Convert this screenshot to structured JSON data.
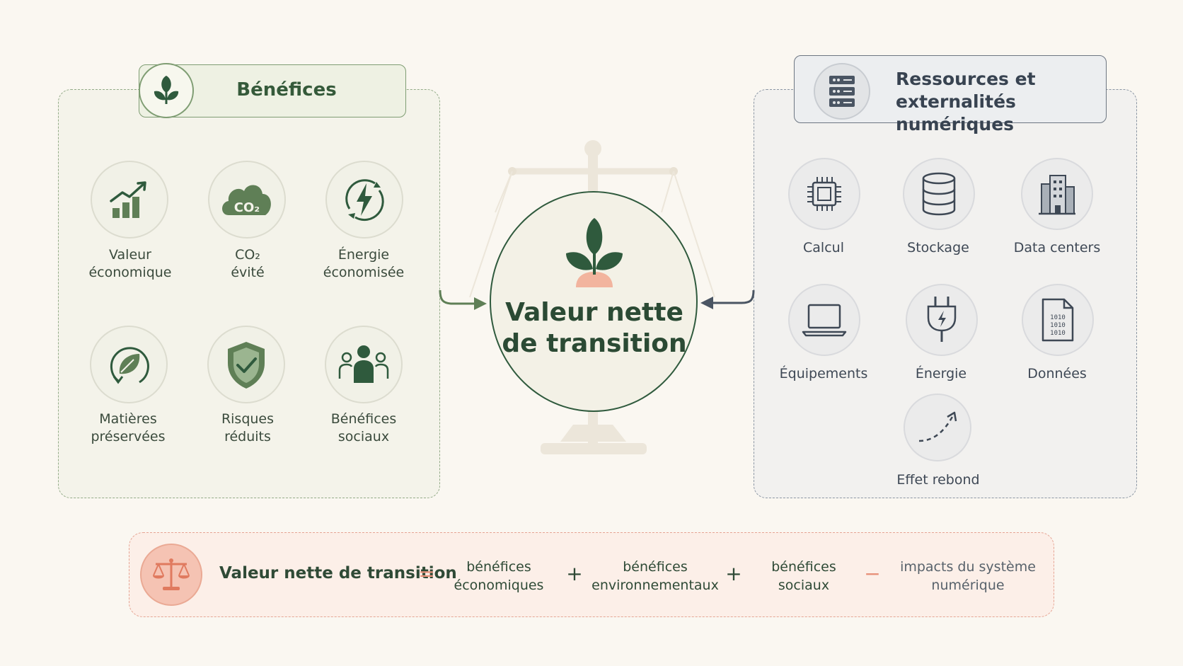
{
  "benefits": {
    "title": "Bénéfices",
    "items": [
      {
        "icon": "growth-chart-icon",
        "label_l1": "Valeur",
        "label_l2": "économique"
      },
      {
        "icon": "co2-cloud-icon",
        "label_l1": "CO₂",
        "label_l2": "évité",
        "icon_text": "CO₂"
      },
      {
        "icon": "energy-bolt-icon",
        "label_l1": "Énergie",
        "label_l2": "économisée"
      },
      {
        "icon": "recycled-leaf-icon",
        "label_l1": "Matières",
        "label_l2": "préservées"
      },
      {
        "icon": "shield-check-icon",
        "label_l1": "Risques",
        "label_l2": "réduits"
      },
      {
        "icon": "people-icon",
        "label_l1": "Bénéfices",
        "label_l2": "sociaux"
      }
    ]
  },
  "resources": {
    "title_l1": "Ressources et",
    "title_l2": "externalités numériques",
    "items": [
      {
        "icon": "cpu-chip-icon",
        "label": "Calcul"
      },
      {
        "icon": "database-icon",
        "label": "Stockage"
      },
      {
        "icon": "building-icon",
        "label": "Data centers"
      },
      {
        "icon": "laptop-icon",
        "label": "Équipements"
      },
      {
        "icon": "power-plug-icon",
        "label": "Énergie"
      },
      {
        "icon": "binary-file-icon",
        "label": "Données",
        "icon_text": [
          "1010",
          "1010",
          "1010"
        ]
      },
      {
        "icon": "rebound-arrow-icon",
        "label": "Effet rebond"
      }
    ]
  },
  "center": {
    "title_l1": "Valeur nette",
    "title_l2": "de transition",
    "icon": "sprout-icon"
  },
  "formula": {
    "icon": "balance-scale-icon",
    "title": "Valeur nette de transition",
    "equals": "=",
    "term1_l1": "bénéfices",
    "term1_l2": "économiques",
    "plus1": "+",
    "term2_l1": "bénéfices",
    "term2_l2": "environnementaux",
    "plus2": "+",
    "term3_l1": "bénéfices",
    "term3_l2": "sociaux",
    "minus": "−",
    "term4_l1": "impacts du système",
    "term4_l2": "numérique"
  },
  "colors": {
    "green_dark": "#2f5a3d",
    "green_light": "#7f9d73",
    "slate": "#3e4855",
    "orange": "#e7917a",
    "background": "#faf7f1"
  }
}
